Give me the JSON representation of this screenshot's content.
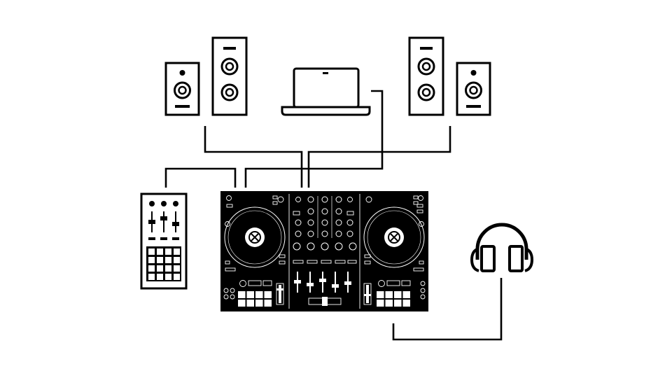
{
  "diagram": {
    "type": "dj-setup-connection-diagram",
    "background": "#ffffff",
    "ink": "#000000",
    "components": [
      {
        "name": "speaker-small-left",
        "icon": "speaker-icon"
      },
      {
        "name": "speaker-tall-left",
        "icon": "speaker-icon"
      },
      {
        "name": "laptop",
        "icon": "laptop-icon"
      },
      {
        "name": "speaker-tall-right",
        "icon": "speaker-icon"
      },
      {
        "name": "speaker-small-right",
        "icon": "speaker-icon"
      },
      {
        "name": "sampler-controller",
        "icon": "sampler-icon"
      },
      {
        "name": "dj-controller",
        "icon": "dj-controller-icon"
      },
      {
        "name": "headphones",
        "icon": "headphones-icon"
      }
    ],
    "connections": [
      {
        "from": "speaker-tall-left",
        "to": "dj-controller"
      },
      {
        "from": "speaker-tall-right",
        "to": "dj-controller"
      },
      {
        "from": "laptop",
        "to": "dj-controller"
      },
      {
        "from": "sampler-controller",
        "to": "dj-controller"
      },
      {
        "from": "headphones",
        "to": "dj-controller"
      }
    ]
  }
}
